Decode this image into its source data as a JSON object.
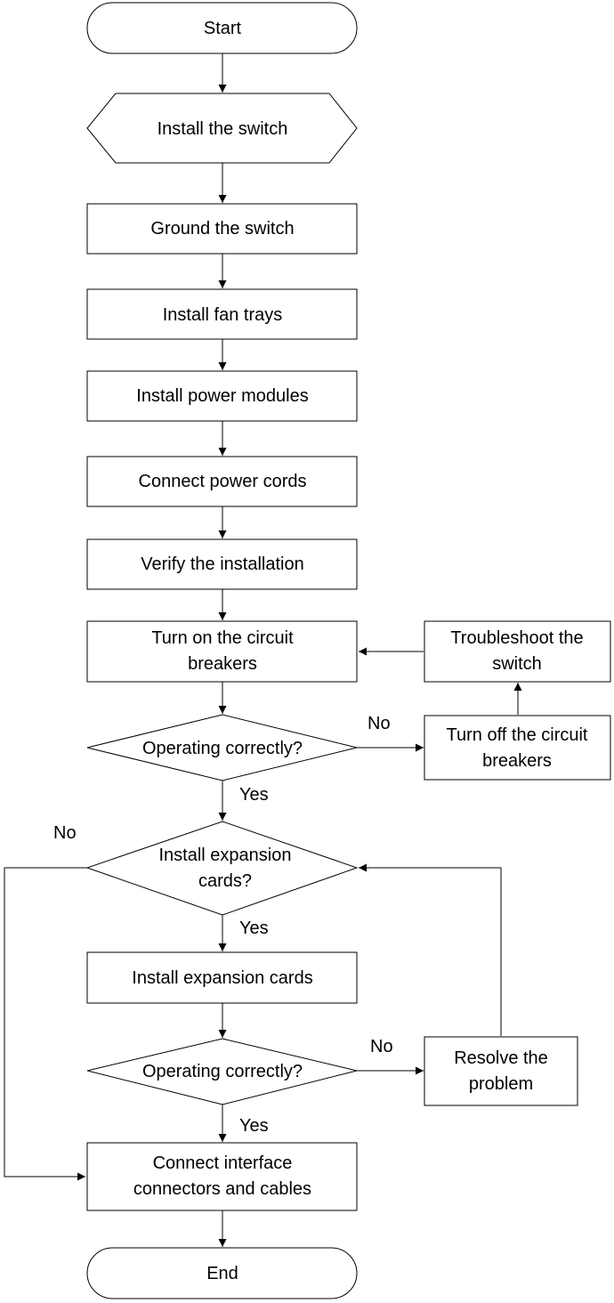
{
  "nodes": {
    "start": "Start",
    "install_switch": "Install the switch",
    "ground_switch": "Ground the switch",
    "install_fan_trays": "Install fan trays",
    "install_power_modules": "Install power modules",
    "connect_power_cords": "Connect power cords",
    "verify_installation": "Verify the installation",
    "turn_on_breakers": [
      "Turn on the circuit",
      "breakers"
    ],
    "troubleshoot_switch": [
      "Troubleshoot the",
      "switch"
    ],
    "operating_correctly_1": "Operating correctly?",
    "turn_off_breakers": [
      "Turn off the circuit",
      "breakers"
    ],
    "install_expansion_q": [
      "Install expansion",
      "cards?"
    ],
    "install_expansion_cards": "Install expansion cards",
    "operating_correctly_2": "Operating correctly?",
    "resolve_problem": [
      "Resolve the",
      "problem"
    ],
    "connect_interface": [
      "Connect interface",
      "connectors and cables"
    ],
    "end": "End"
  },
  "edge_labels": {
    "op1_no": "No",
    "op1_yes": "Yes",
    "exp_no": "No",
    "exp_yes": "Yes",
    "op2_no": "No",
    "op2_yes": "Yes"
  }
}
